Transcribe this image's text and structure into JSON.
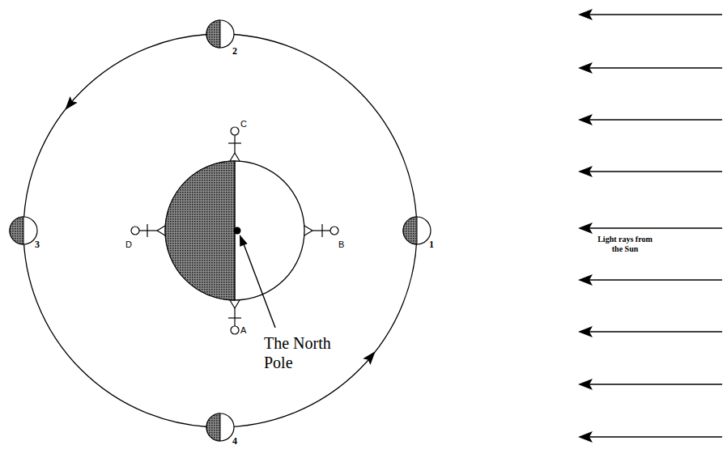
{
  "diagram": {
    "labels": [
      "2",
      "C",
      "D",
      "B",
      "3",
      "1",
      "Light rays from the Sun",
      "The North Pole",
      "A",
      "4"
    ]
  }
}
